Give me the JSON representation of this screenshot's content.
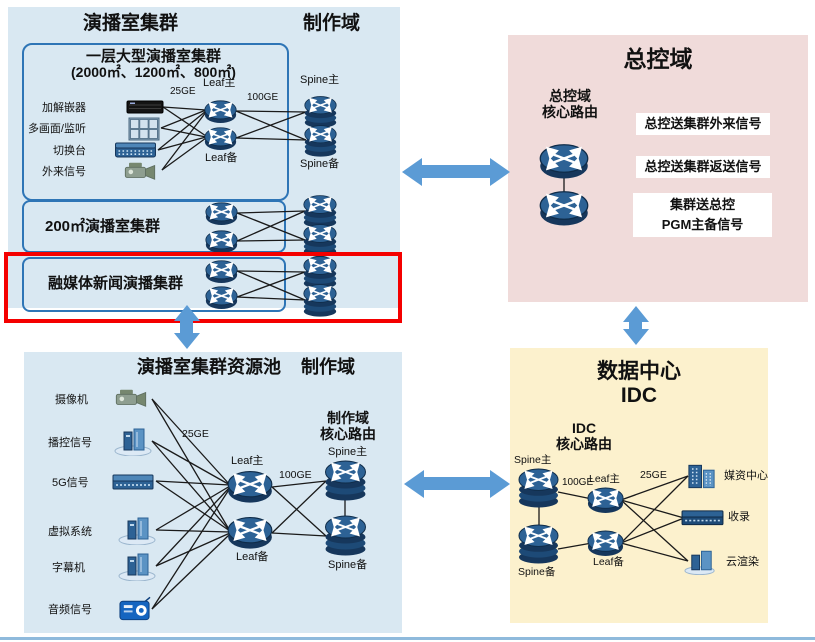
{
  "studio_cluster": {
    "title": "演播室集群",
    "domain": "制作域",
    "large_studio": {
      "title": "一层大型演播室集群",
      "subtitle": "(2000㎡、1200㎡、800㎡)",
      "devices": [
        "加解嵌器",
        "多画面/监听",
        "切换台",
        "外来信号"
      ]
    },
    "studio_200": {
      "title": "200㎡演播室集群"
    },
    "converged_media": {
      "title": "融媒体新闻演播集群"
    }
  },
  "master_control": {
    "title": "总控域",
    "core_router": "总控域\n核心路由",
    "signals": [
      "总控送集群外来信号",
      "总控送集群返送信号",
      "集群送总控\nPGM主备信号"
    ]
  },
  "resource_pool": {
    "title": "演播室集群资源池",
    "domain": "制作域",
    "core_router": "制作域\n核心路由",
    "devices": [
      "摄像机",
      "播控信号",
      "5G信号",
      "虚拟系统",
      "字幕机",
      "音频信号"
    ]
  },
  "idc": {
    "title": "数据中心",
    "subtitle": "IDC",
    "core_router": "IDC\n核心路由",
    "devices": [
      "媒资中心",
      "收录",
      "云渲染"
    ]
  },
  "net": {
    "ge25": "25GE",
    "ge100": "100GE",
    "leaf_primary": "Leaf主",
    "leaf_backup": "Leaf备",
    "spine_primary": "Spine主",
    "spine_backup": "Spine备"
  },
  "colors": {
    "panel_blue": "#D9E8F2",
    "panel_pink": "#F0DBDA",
    "panel_yellow": "#FCF1CD",
    "arrow_blue": "#5B9BD5",
    "inner_border_blue": "#2E75B6",
    "highlight_red": "#F40000"
  }
}
